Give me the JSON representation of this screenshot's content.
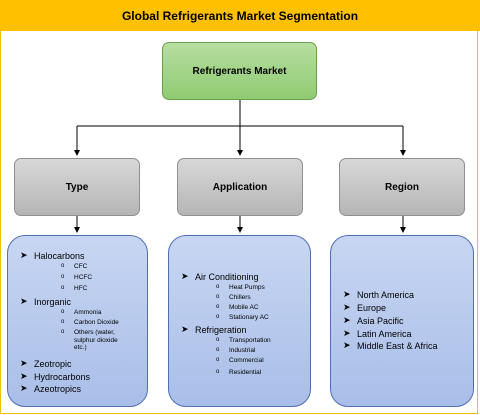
{
  "title": "Global Refrigerants Market Segmentation",
  "root": "Refrigerants Market",
  "categories": {
    "type": "Type",
    "application": "Application",
    "region": "Region"
  },
  "type_panel": {
    "halocarbons": "Halocarbons",
    "halocarbons_sub": [
      "CFC",
      "HCFC",
      "HFC"
    ],
    "inorganic": "Inorganic",
    "inorganic_sub": [
      "Ammonia",
      "Carbon Dioxide",
      "Others (water,\nsulphur dioxide\netc.)"
    ],
    "others": [
      "Zeotropic",
      "Hydrocarbons",
      "Azeotropics"
    ]
  },
  "application_panel": {
    "air_conditioning": "Air Conditioning",
    "air_conditioning_sub": [
      "Heat Pumps",
      "Chillers",
      "Mobile AC",
      "Stationary AC"
    ],
    "refrigeration": "Refrigeration",
    "refrigeration_sub": [
      "Transportation",
      "Industrial",
      "Commercial",
      "Residential"
    ]
  },
  "region_panel": {
    "items": [
      "North America",
      "Europe",
      "Asia Pacific",
      "Latin America",
      "Middle East & Africa"
    ]
  },
  "glyphs": {
    "arrow": "➤",
    "circle": "o"
  },
  "colors": {
    "title_bar": "#ffc000",
    "root_fill": "#8fcb72",
    "category_fill": "#bfbfbf",
    "panel_fill": "#b4c7ec",
    "panel_border": "#4f6fb5"
  }
}
